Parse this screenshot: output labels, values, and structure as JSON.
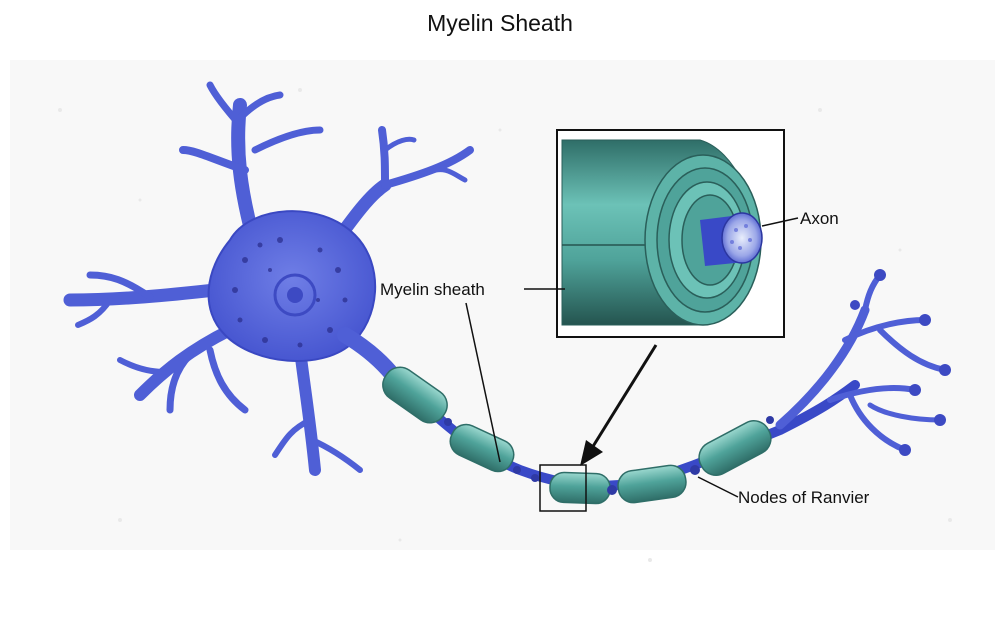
{
  "title": "Myelin Sheath",
  "labels": {
    "axon": "Axon",
    "myelin_sheath": "Myelin sheath",
    "nodes_of_ranvier": "Nodes of Ranvier"
  },
  "colors": {
    "neuron_body": "#4f5fd6",
    "neuron_dark": "#2f3aa5",
    "myelin": "#4fa39a",
    "myelin_light": "#8fd1c6",
    "myelin_dark": "#2f6e68",
    "axon_core": "#3949c7",
    "background_speckle": "#e7e7e7"
  }
}
